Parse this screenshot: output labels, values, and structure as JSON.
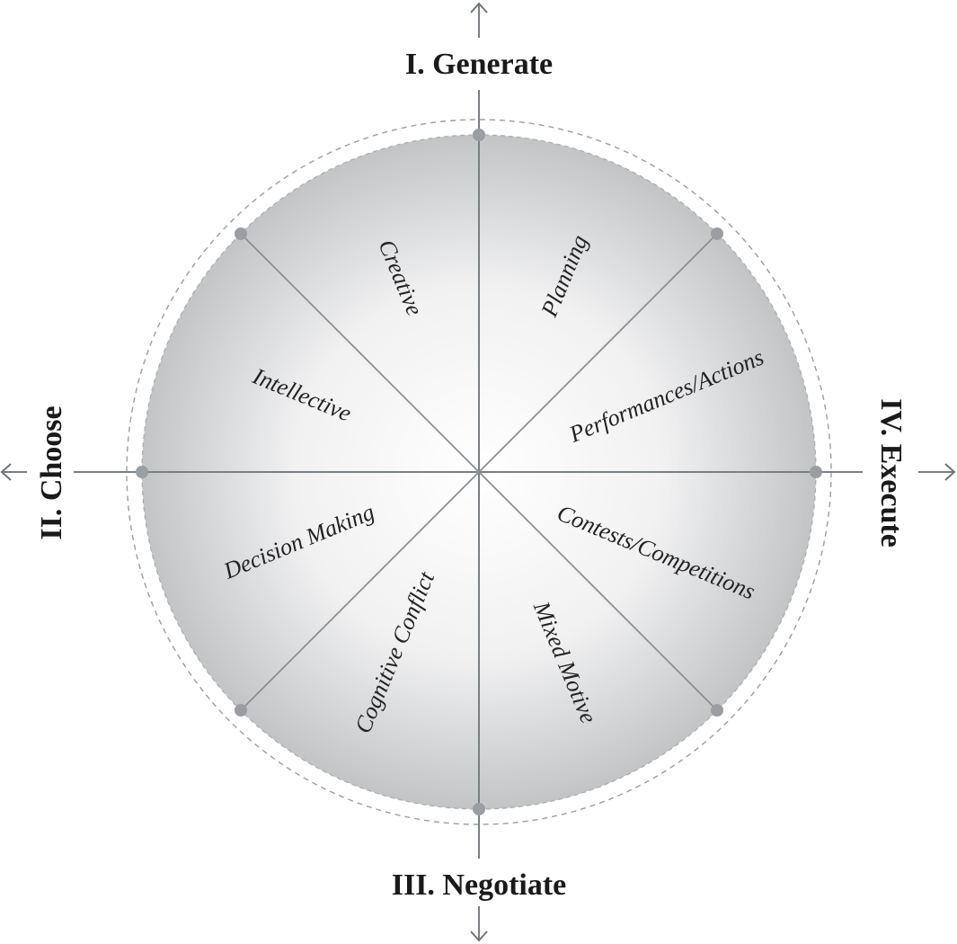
{
  "quadrants": {
    "top": "I. Generate",
    "left": "II. Choose",
    "bottom": "III. Negotiate",
    "right": "IV. Execute"
  },
  "segments": [
    "Planning",
    "Performances/Actions",
    "Contests/Competitions",
    "Mixed Motive",
    "Cognitive Conflict",
    "Decision Making",
    "Intellective",
    "Creative"
  ],
  "colors": {
    "disc_center": "#ffffff",
    "disc_edge": "#c2c4c6",
    "line": "#8a8f94",
    "text": "#1a1a1a"
  }
}
